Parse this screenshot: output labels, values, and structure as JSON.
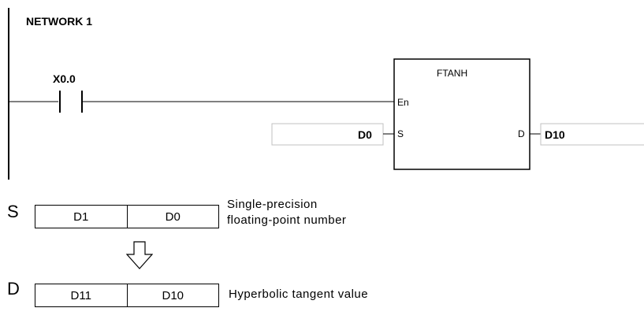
{
  "ladder": {
    "network_label": "NETWORK 1",
    "contact_label": "X0.0",
    "block": {
      "title": "FTANH",
      "enable_label": "En",
      "source_pin": "S",
      "dest_pin": "D",
      "source_operand": "D0",
      "dest_operand": "D10"
    }
  },
  "register_diagram": {
    "source": {
      "label": "S",
      "cells": [
        "D1",
        "D0"
      ],
      "description_line1": "Single-precision",
      "description_line2": "floating-point number"
    },
    "destination": {
      "label": "D",
      "cells": [
        "D11",
        "D10"
      ],
      "description": "Hyperbolic tangent value"
    }
  }
}
